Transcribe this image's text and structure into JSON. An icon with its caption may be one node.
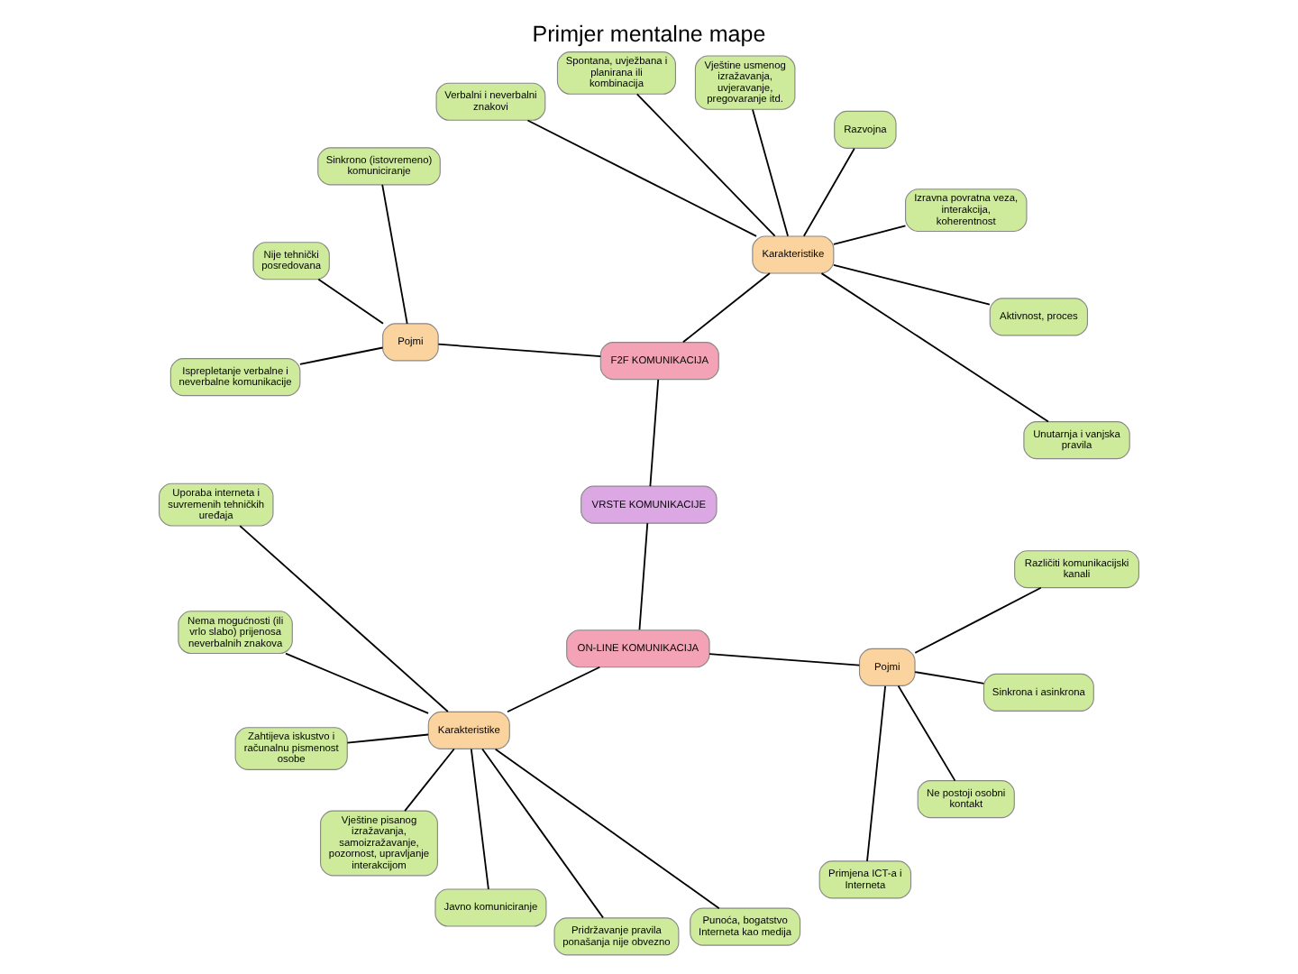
{
  "diagram": {
    "title": "Primjer mentalne mape",
    "nodes": [
      {
        "text": [
          "VRSTE KOMUNIKACIJE"
        ]
      },
      {
        "text": [
          "F2F KOMUNIKACIJA"
        ]
      },
      {
        "text": [
          "ON-LINE KOMUNIKACIJA"
        ]
      },
      {
        "text": [
          "Karakteristike"
        ]
      },
      {
        "text": [
          "Pojmi"
        ]
      },
      {
        "text": [
          "Karakteristike"
        ]
      },
      {
        "text": [
          "Pojmi"
        ]
      },
      {
        "text": [
          "Unutarnja i vanjska pravila"
        ]
      },
      {
        "text": [
          "Aktivnost, proces"
        ]
      },
      {
        "text": [
          "Izravna povratna veza, interakcija, koherentnost"
        ]
      },
      {
        "text": [
          "Razvojna"
        ]
      },
      {
        "text": [
          "Vještine usmenog izražavanja, uvjeravanje, pregovaranje itd."
        ]
      },
      {
        "text": [
          "Spontana, uvježbana i planirana ili kombinacija"
        ]
      },
      {
        "text": [
          "Verbalni i neverbalni znakovi"
        ]
      },
      {
        "text": [
          "Sinkrono (istovremeno) komuniciranje"
        ]
      },
      {
        "text": [
          "Nije tehnički posredovana"
        ]
      },
      {
        "text": [
          "Isprepletanje verbalne i neverbalne komunikacije"
        ]
      },
      {
        "text": [
          "Uporaba interneta i suvremenih tehničkih uređaja"
        ]
      },
      {
        "text": [
          "Nema mogućnosti (ili vrlo slabo) prijenosa neverbalnih znakova"
        ]
      },
      {
        "text": [
          "Zahtijeva iskustvo i računalnu pismenost osobe"
        ]
      },
      {
        "text": [
          "Vještine pisanog izražavanja, samoizražavanje, pozornost, upravljanje interakcijom"
        ]
      },
      {
        "text": [
          "Javno komuniciranje"
        ]
      },
      {
        "text": [
          "Pridržavanje pravila ponašanja nije obvezno"
        ]
      },
      {
        "text": [
          "Punoća, bogatstvo Interneta kao medija"
        ]
      },
      {
        "text": [
          "Primjena ICT-a i Interneta"
        ]
      },
      {
        "text": [
          "Ne postoji osobni kontakt"
        ]
      },
      {
        "text": [
          "Sinkrona i asinkrona"
        ]
      },
      {
        "text": [
          "Različiti komunikacijski kanali"
        ]
      }
    ],
    "edges": [
      {
        "from": 0,
        "to": 1,
        "arrow": "none"
      },
      {
        "from": 0,
        "to": 2,
        "arrow": "none"
      },
      {
        "from": 1,
        "to": 3,
        "arrow": "none"
      },
      {
        "from": 1,
        "to": 4,
        "arrow": "none"
      },
      {
        "from": 2,
        "to": 5,
        "arrow": "none"
      },
      {
        "from": 2,
        "to": 6,
        "arrow": "none"
      },
      {
        "from": 3,
        "to": 7,
        "arrow": "none"
      },
      {
        "from": 3,
        "to": 8,
        "arrow": "none"
      },
      {
        "from": 3,
        "to": 9,
        "arrow": "none"
      },
      {
        "from": 3,
        "to": 10,
        "arrow": "none"
      },
      {
        "from": 3,
        "to": 11,
        "arrow": "none"
      },
      {
        "from": 3,
        "to": 12,
        "arrow": "none"
      },
      {
        "from": 3,
        "to": 13,
        "arrow": "none"
      },
      {
        "from": 4,
        "to": 14,
        "arrow": "none"
      },
      {
        "from": 4,
        "to": 15,
        "arrow": "none"
      },
      {
        "from": 4,
        "to": 16,
        "arrow": "none"
      },
      {
        "from": 5,
        "to": 17,
        "arrow": "none"
      },
      {
        "from": 5,
        "to": 18,
        "arrow": "none"
      },
      {
        "from": 5,
        "to": 19,
        "arrow": "none"
      },
      {
        "from": 5,
        "to": 20,
        "arrow": "none"
      },
      {
        "from": 5,
        "to": 21,
        "arrow": "none"
      },
      {
        "from": 5,
        "to": 22,
        "arrow": "none"
      },
      {
        "from": 5,
        "to": 23,
        "arrow": "none"
      },
      {
        "from": 6,
        "to": 24,
        "arrow": "none"
      },
      {
        "from": 6,
        "to": 25,
        "arrow": "none"
      },
      {
        "from": 6,
        "to": 26,
        "arrow": "none"
      },
      {
        "from": 6,
        "to": 27,
        "arrow": "none"
      }
    ]
  }
}
